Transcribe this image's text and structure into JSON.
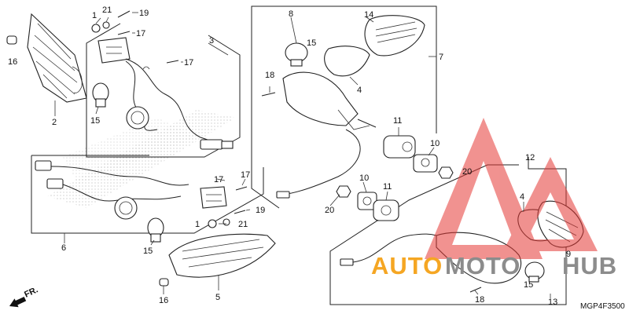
{
  "diagram_code": "MGP4F3500",
  "direction_label": "FR.",
  "watermark": {
    "auto": "AUTO",
    "moto": "MOTO",
    "hub": "HUB",
    "colors": {
      "orange": "#f5a623",
      "grey": "#8c8c8c",
      "red": "#e53935"
    }
  },
  "callouts": {
    "c1a": "1",
    "c21a": "21",
    "c19a": "19",
    "c17a": "17",
    "c16a": "16",
    "c17b": "17",
    "c3": "3",
    "c2": "2",
    "c15a": "15",
    "c8": "8",
    "c14": "14",
    "c15b": "15",
    "c7": "7",
    "c18a": "18",
    "c4a": "4",
    "c11a": "11",
    "c10a": "10",
    "c20a": "20",
    "c10b": "10",
    "c11b": "11",
    "c20b": "20",
    "c12": "12",
    "c4b": "4",
    "c9": "9",
    "c15c": "15",
    "c18b": "18",
    "c13": "13",
    "c17c": "17",
    "c17d": "17",
    "c19b": "19",
    "c1b": "1",
    "c21b": "21",
    "c6": "6",
    "c15d": "15",
    "c16b": "16",
    "c5": "5"
  }
}
